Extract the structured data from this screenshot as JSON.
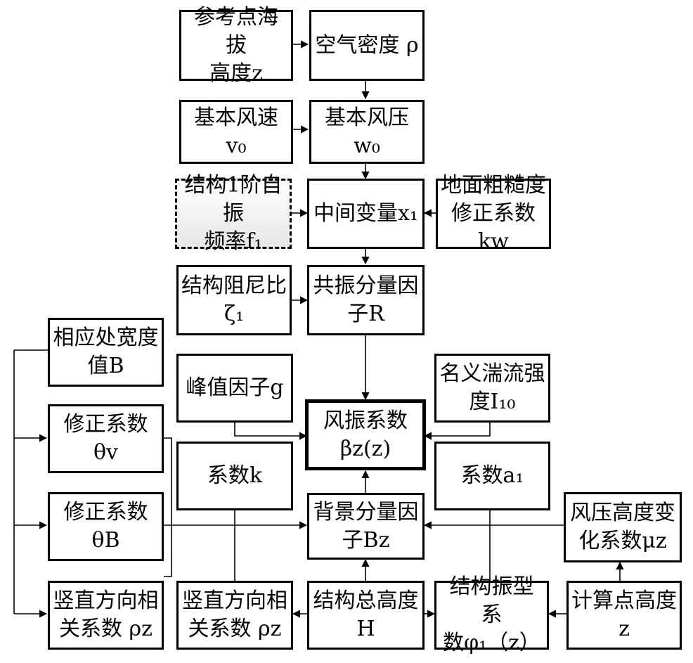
{
  "boxes": {
    "ref_altitude": "参考点海拔\n高度z",
    "air_density": "空气密度 ρ",
    "basic_speed": "基本风速v₀",
    "basic_pressure": "基本风压w₀",
    "natural_freq": "结构1阶自振\n频率f₁",
    "intermediate_x": "中间变量x₁",
    "roughness": "地面粗糙度\n修正系数kw",
    "damping": "结构阻尼比\nζ₁",
    "resonance": "共振分量因\n子R",
    "width_b": "相应处宽度\n值B",
    "peak_factor": "峰值因子g",
    "turbulence": "名义湍流强\n度I₁₀",
    "wind_vib": "风振系数\nβz(z)",
    "theta_v": "修正系数θv",
    "coef_k": "系数k",
    "coef_a1": "系数a₁",
    "theta_b": "修正系数θB",
    "background": "背景分量因\n子Bz",
    "height_var": "风压高度变\n化系数μz",
    "vert_corr_left": "竖直方向相\n关系数 ρz",
    "vert_corr_mid": "竖直方向相\n关系数 ρz",
    "total_height": "结构总高度\nH",
    "mode_shape": "结构振型系\n数φ₁（z）",
    "calc_height": "计算点高度z"
  }
}
